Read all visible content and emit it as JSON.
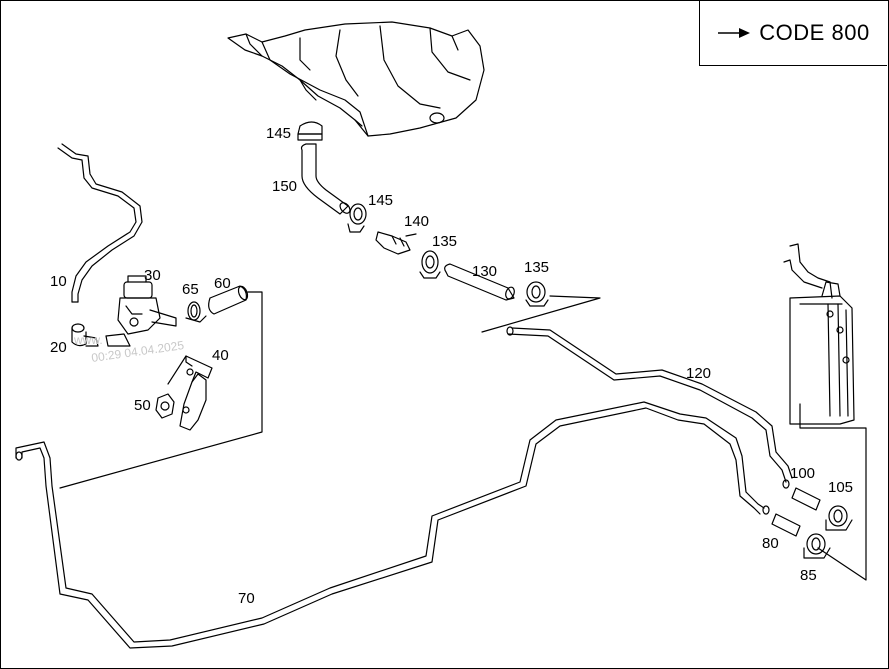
{
  "header": {
    "code_label": "CODE 800",
    "arrow_icon": "right-arrow-icon"
  },
  "watermark": {
    "line1": "www.",
    "line2": "00:29 04.04.2025"
  },
  "callouts": {
    "c10": "10",
    "c20": "20",
    "c30": "30",
    "c40": "40",
    "c50": "50",
    "c60": "60",
    "c65": "65",
    "c70": "70",
    "c80": "80",
    "c85": "85",
    "c100": "100",
    "c105": "105",
    "c120": "120",
    "c130": "130",
    "c135a": "135",
    "c135b": "135",
    "c140": "140",
    "c145a": "145",
    "c145b": "145",
    "c150": "150"
  }
}
